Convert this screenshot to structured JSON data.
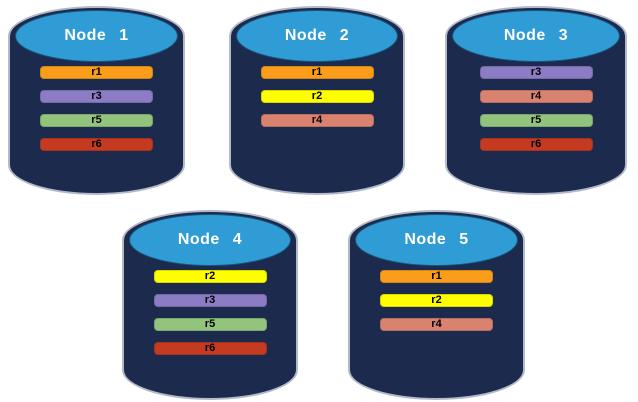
{
  "diagram": {
    "background_color": "#FFFFFF",
    "node_body_color": "#1C2A4D",
    "node_top_color": "#2F9CD5",
    "node_outline_color": "#B2BACA",
    "title_color": "#FFFFFF",
    "replica_label_color": "#000000",
    "replica_colors": {
      "r1": "#F99D1B",
      "r2": "#FEFE00",
      "r3": "#8C7CC4",
      "r4": "#D9826F",
      "r5": "#93C47D",
      "r6": "#C43B22"
    },
    "nodes": [
      {
        "title": "Node 1",
        "replicas": [
          "r1",
          "r3",
          "r5",
          "r6"
        ]
      },
      {
        "title": "Node 2",
        "replicas": [
          "r1",
          "r2",
          "r4"
        ]
      },
      {
        "title": "Node 3",
        "replicas": [
          "r3",
          "r4",
          "r5",
          "r6"
        ]
      },
      {
        "title": "Node 4",
        "replicas": [
          "r2",
          "r3",
          "r5",
          "r6"
        ]
      },
      {
        "title": "Node 5",
        "replicas": [
          "r1",
          "r2",
          "r4"
        ]
      }
    ]
  }
}
